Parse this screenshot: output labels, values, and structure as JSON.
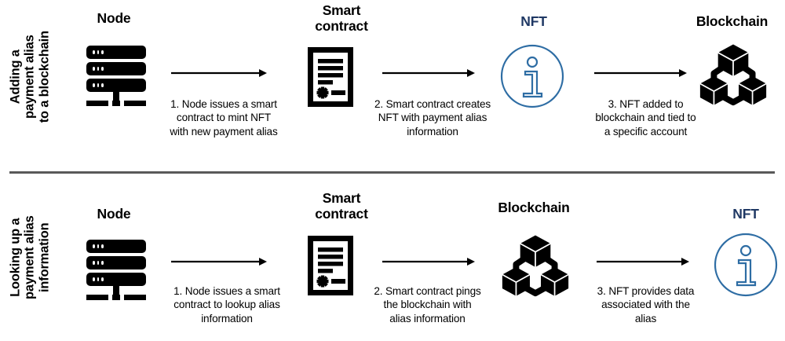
{
  "diagram": {
    "title": "Payment alias NFT blockchain flow",
    "divider_color": "#595959",
    "accent_blue": "#1F3864",
    "icon_blue": "#2E6DA4"
  },
  "rows": [
    {
      "id": "adding",
      "label_lines": [
        "Adding a",
        "payment alias",
        "to a blockchain"
      ],
      "nodes": [
        {
          "id": "node",
          "heading_lines": [
            "Node"
          ],
          "icon": "server-icon",
          "color": "black"
        },
        {
          "id": "smart-contract",
          "heading_lines": [
            "Smart",
            "contract"
          ],
          "icon": "contract-icon",
          "color": "black"
        },
        {
          "id": "nft",
          "heading_lines": [
            "NFT"
          ],
          "icon": "nft-info-icon",
          "color": "blue"
        },
        {
          "id": "blockchain",
          "heading_lines": [
            "Blockchain"
          ],
          "icon": "blockchain-icon",
          "color": "black"
        }
      ],
      "steps": [
        {
          "n": "1",
          "lines": [
            "1. Node issues a smart",
            "contract to mint NFT",
            "with new payment alias"
          ]
        },
        {
          "n": "2",
          "lines": [
            "2. Smart contract creates",
            "NFT with payment alias",
            "information"
          ]
        },
        {
          "n": "3",
          "lines": [
            "3. NFT added to",
            "blockchain and tied to",
            "a specific account"
          ]
        }
      ]
    },
    {
      "id": "lookup",
      "label_lines": [
        "Looking up a",
        "payment alias",
        "information"
      ],
      "nodes": [
        {
          "id": "node",
          "heading_lines": [
            "Node"
          ],
          "icon": "server-icon",
          "color": "black"
        },
        {
          "id": "smart-contract",
          "heading_lines": [
            "Smart",
            "contract"
          ],
          "icon": "contract-icon",
          "color": "black"
        },
        {
          "id": "blockchain",
          "heading_lines": [
            "Blockchain"
          ],
          "icon": "blockchain-icon",
          "color": "black"
        },
        {
          "id": "nft",
          "heading_lines": [
            "NFT"
          ],
          "icon": "nft-info-icon",
          "color": "blue"
        }
      ],
      "steps": [
        {
          "n": "1",
          "lines": [
            "1. Node issues a smart",
            "contract to lookup alias",
            "information"
          ]
        },
        {
          "n": "2",
          "lines": [
            "2. Smart contract pings",
            "the blockchain with",
            "alias information"
          ]
        },
        {
          "n": "3",
          "lines": [
            "3. NFT provides data",
            "associated with the",
            "alias"
          ]
        }
      ]
    }
  ]
}
